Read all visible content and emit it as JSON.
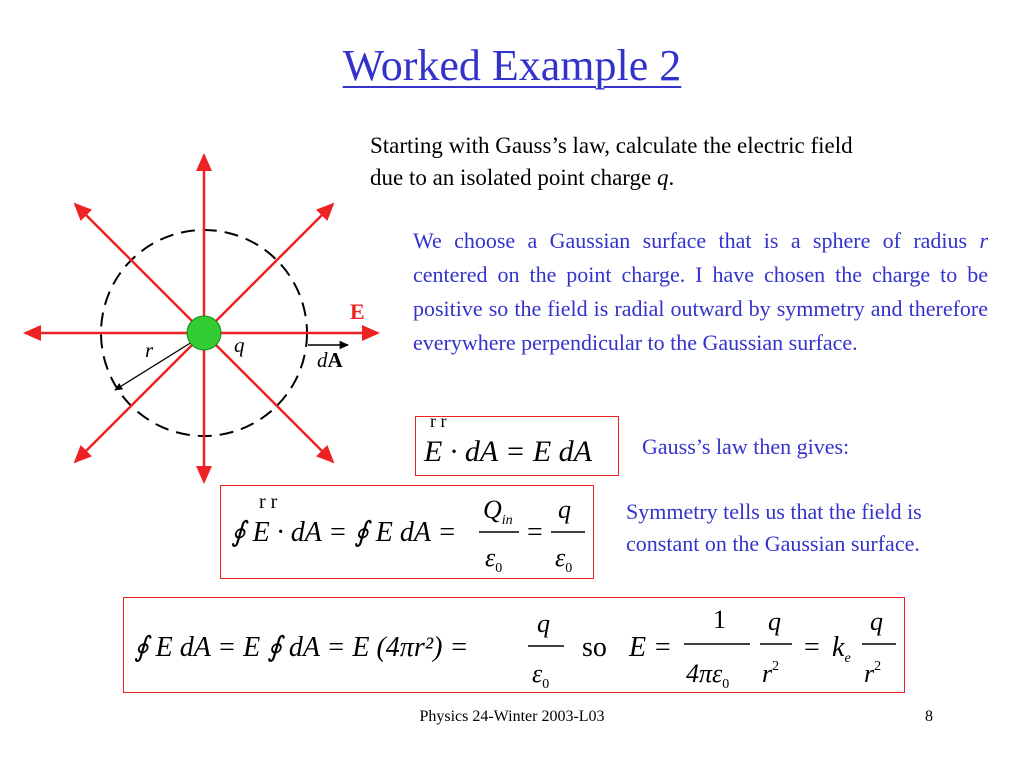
{
  "slide": {
    "title": "Worked Example 2",
    "intro": {
      "line1": "Starting with Gauss’s law, calculate the electric field",
      "line2_prefix": "due to an isolated point charge ",
      "line2_var": "q",
      "line2_suffix": "."
    },
    "paragraph": {
      "part1": "We choose a Gaussian surface that is a sphere of radius ",
      "var_r": "r",
      "part2": " centered on the point charge.  I have chosen the charge to be positive so the field is radial outward by symmetry and therefore everywhere perpendicular to the Gaussian surface."
    },
    "gauss_caption": "Gauss’s law then gives:",
    "symmetry_caption_line1": "Symmetry tells us that the field is",
    "symmetry_caption_line2": "constant on the Gaussian surface.",
    "diagram": {
      "label_E": "E",
      "label_dA_d": "d",
      "label_dA_A": "A",
      "label_q": "q",
      "label_r": "r"
    },
    "eq1": {
      "text": "E · dA = E dA",
      "marks": "r     r"
    },
    "eq2": {
      "lhs": "∮ E · dA = ∮ E dA =",
      "Q": "Q",
      "Q_sub": "in",
      "eps": "ε",
      "eps_sub": "0",
      "q": "q",
      "marks": "r     r"
    },
    "eq3": {
      "part1": "∮ E dA = E ∮ dA = E (4πr²) =",
      "so": "so",
      "E_eq": "E =",
      "one": "1",
      "four_pi_eps": "4πε",
      "eps_sub": "0",
      "k": "k",
      "k_sub": "e",
      "q": "q",
      "r": "r",
      "sq": "2"
    },
    "footer": "Physics 24-Winter 2003-L03",
    "page_number": "8"
  },
  "colors": {
    "title": "#3333cc",
    "body_blue": "#3333cc",
    "field_lines": "#ee2222",
    "charge": "#33cc33",
    "box_border": "#ee2222"
  }
}
